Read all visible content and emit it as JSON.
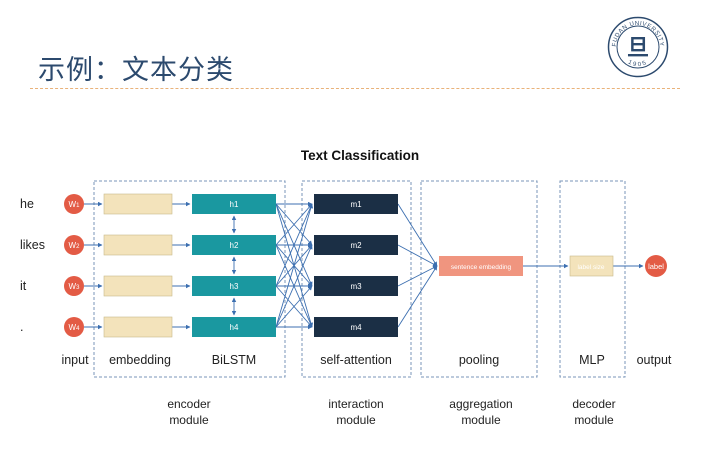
{
  "slide": {
    "title": "示例：文本分类"
  },
  "logo": {
    "text_top": "FUDAN UNIVERSITY",
    "text_bottom": "1905",
    "glyph": "旦"
  },
  "diagram": {
    "title": "Text Classification",
    "words": [
      "he",
      "likes",
      "it",
      "."
    ],
    "inputs": [
      "W1",
      "W2",
      "W3",
      "W4"
    ],
    "hidden": [
      "h1",
      "h2",
      "h3",
      "h4"
    ],
    "attention": [
      "m1",
      "m2",
      "m3",
      "m4"
    ],
    "sentence_embedding": "sentence embedding",
    "label_size": "label size",
    "output": "label",
    "stage_labels": {
      "input": "input",
      "embedding": "embedding",
      "bilstm": "BiLSTM",
      "self_attention": "self-attention",
      "pooling": "pooling",
      "mlp": "MLP",
      "output": "output"
    },
    "modules": {
      "encoder": [
        "encoder",
        "module"
      ],
      "interaction": [
        "interaction",
        "module"
      ],
      "aggregation": [
        "aggregation",
        "module"
      ],
      "decoder": [
        "decoder",
        "module"
      ]
    },
    "colors": {
      "input_circle": "#e35b45",
      "embedding_box": "#f3e3bb",
      "bilstm_box": "#1a98a0",
      "attention_box": "#1b2f45",
      "pooling_box": "#f0957f",
      "mlp_box": "#f3e3bb",
      "arrow": "#3c6fb0"
    }
  }
}
